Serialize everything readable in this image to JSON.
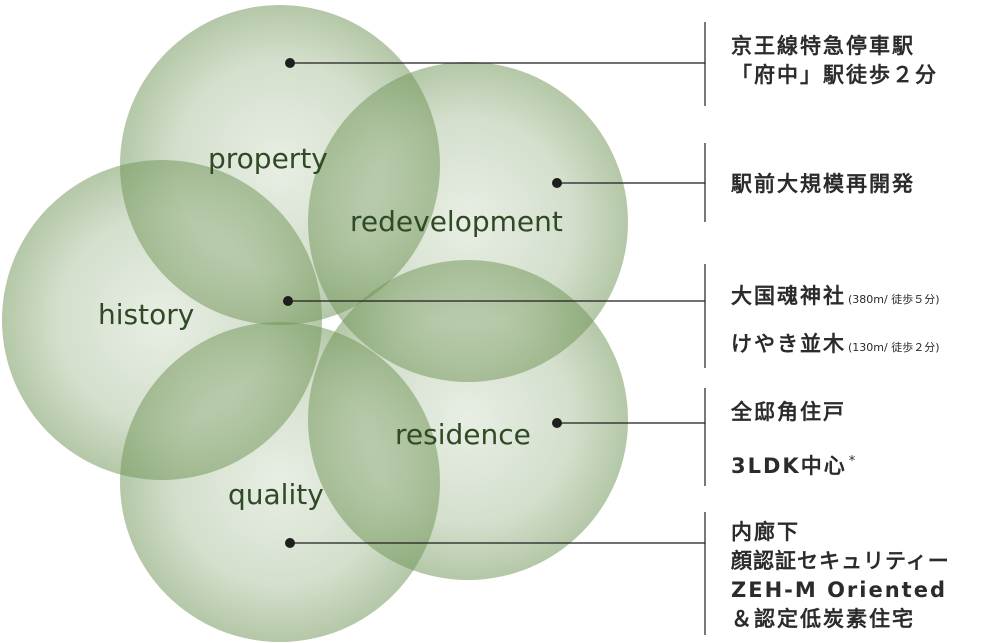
{
  "colors": {
    "circle_fill": "#6f9456",
    "label": "#2f4a24",
    "leader": "#1e1e1e",
    "text": "#2b2b2b"
  },
  "circles": [
    {
      "id": "property",
      "label": "property"
    },
    {
      "id": "redevelopment",
      "label": "redevelopment"
    },
    {
      "id": "history",
      "label": "history"
    },
    {
      "id": "residence",
      "label": "residence"
    },
    {
      "id": "quality",
      "label": "quality"
    }
  ],
  "features": {
    "access": {
      "lines": [
        "京王線特急停車駅",
        "「府中」駅徒歩２分"
      ]
    },
    "redevelopment": {
      "text": "駅前大規模再開発"
    },
    "history": {
      "item1": "大国魂神社",
      "item1_note": "(380m/ 徒歩５分)",
      "item2": "けやき並木",
      "item2_note": "(130m/ 徒歩２分)"
    },
    "residence": {
      "item1": "全邸角住戸",
      "item2": "3LDK中心",
      "item2_mark": "*"
    },
    "quality": {
      "lines": [
        "内廊下",
        "顔認証セキュリティー",
        "ZEH-M Oriented",
        "＆認定低炭素住宅"
      ]
    }
  }
}
